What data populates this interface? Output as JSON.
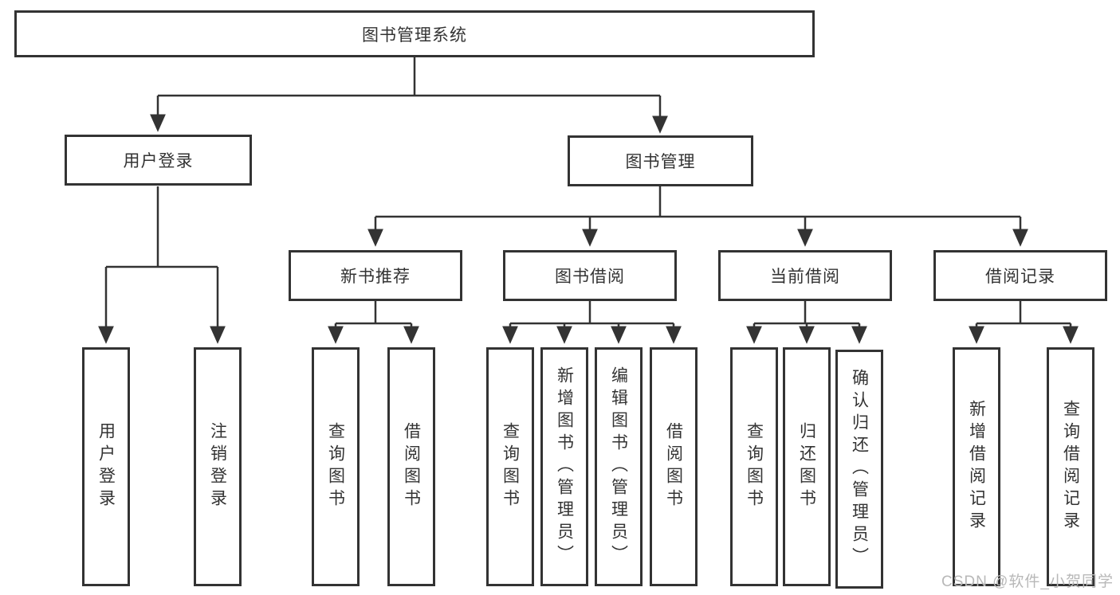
{
  "diagram": {
    "root": {
      "label": "图书管理系统"
    },
    "branches": [
      {
        "label": "用户登录",
        "leaves": [
          {
            "label": "用户登录"
          },
          {
            "label": "注销登录"
          }
        ]
      },
      {
        "label": "图书管理",
        "modules": [
          {
            "label": "新书推荐",
            "leaves": [
              {
                "label": "查询图书"
              },
              {
                "label": "借阅图书"
              }
            ]
          },
          {
            "label": "图书借阅",
            "leaves": [
              {
                "label": "查询图书"
              },
              {
                "label": "新增图书（管理员）"
              },
              {
                "label": "编辑图书（管理员）"
              },
              {
                "label": "借阅图书"
              }
            ]
          },
          {
            "label": "当前借阅",
            "leaves": [
              {
                "label": "查询图书"
              },
              {
                "label": "归还图书"
              },
              {
                "label": "确认归还（管理员）"
              }
            ]
          },
          {
            "label": "借阅记录",
            "leaves": [
              {
                "label": "新增借阅记录"
              },
              {
                "label": "查询借阅记录"
              }
            ]
          }
        ]
      }
    ]
  },
  "watermark": {
    "text": "CSDN @软件_小贺同学"
  },
  "colors": {
    "line": "#333333",
    "box_border": "#333333",
    "text": "#333333",
    "watermark": "#b8b8b8",
    "background": "#ffffff"
  }
}
